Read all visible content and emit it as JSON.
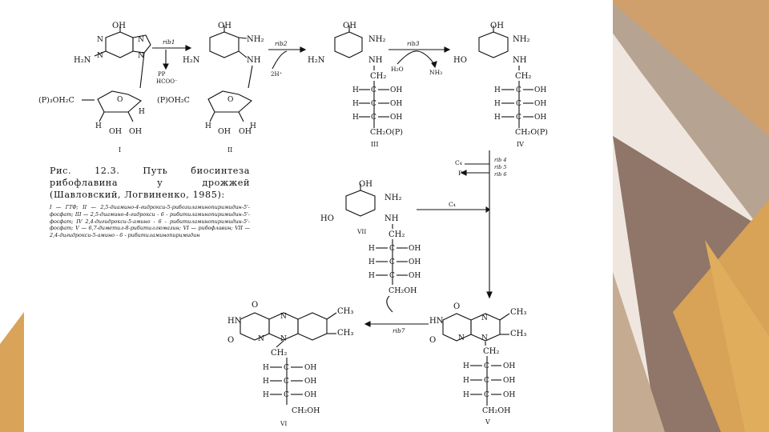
{
  "figure": {
    "caption_title": "Рис. 12.3. Путь биосинтеза рибофлавина у дрожжей (Шавловский, Логвиненко, 1985):",
    "caption_legend": "I — ГТФ; II — 2,5-диамино-4-гидрокси-5-рибозиламинопиримидин-5'-фосфат; III — 2,5-диамино-4-гидрокси - 6 - рибитиламинопиримидин-5'-фосфат; IV 2,4-дигидрокси-5-амино - 6 - рибитиламинопиримидин-5'-фосфат; V — 6,7-диметил-8-рибитиллюмазин; VI — рибофлавин; VII — 2,4-дигидрокси-5-амино - 6 - рибитиламинопиримидин"
  },
  "compounds": {
    "I": {
      "label": "I",
      "oh": "OH",
      "h2n": "H₂N",
      "n": "N",
      "phos": "(P)₃OH₂C",
      "o": "O",
      "h": "H",
      "oh2": "OH"
    },
    "II": {
      "label": "II",
      "nh2": "NH₂",
      "nh": "NH",
      "phos": "(P)OH₂C"
    },
    "III": {
      "label": "III",
      "ch2": "CH₂",
      "ch2op": "CH₂O(P)",
      "c": "C"
    },
    "IV": {
      "label": "IV",
      "ho": "HO"
    },
    "V": {
      "label": "V",
      "ch3": "CH₃",
      "hn": "HN",
      "ch2oh": "CH₂OH"
    },
    "VI": {
      "label": "VI"
    },
    "VII": {
      "label": "VII"
    }
  },
  "reactions": {
    "rib1": "rib1",
    "pp": "PP",
    "hcoo": "HCOO⁻",
    "rib2": "rib2",
    "two_h": "2H⁺",
    "rib3": "rib3",
    "h2o": "H₂O",
    "nh3": "NH₃",
    "rib4": "rib 4",
    "rib5": "rib 5",
    "rib6": "rib 6",
    "c4_top": "C₄",
    "p": "P",
    "c4_mid": "C₄",
    "rib7": "rib7"
  },
  "slide": {
    "background": "#ffffff",
    "accent_colors": [
      "#b5a08c",
      "#cda06a",
      "#8d7667",
      "#d9a45a",
      "#c7ab8f"
    ]
  }
}
